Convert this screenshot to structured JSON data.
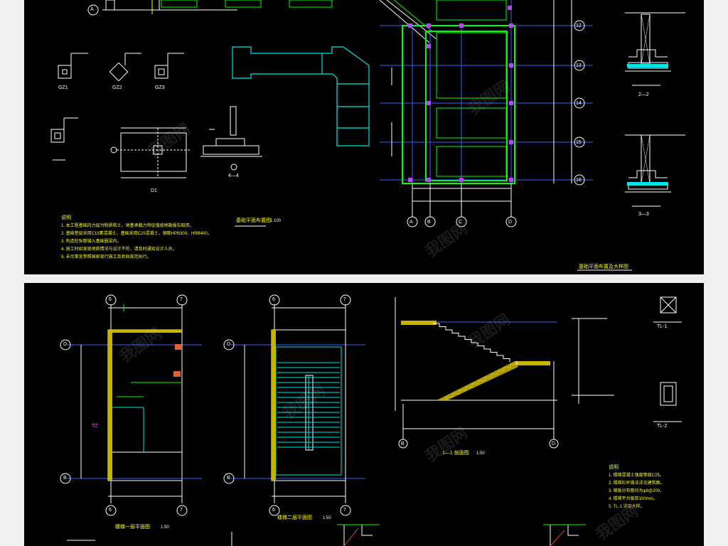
{
  "sheet_top": {
    "plan_title": "基础平面布置图",
    "plan_scale": "1:100",
    "bottom_caption": "基础平面布置及大样图",
    "section_22": "2—2",
    "section_33": "3—3",
    "section_44": "4—4",
    "detail_d1": "D1",
    "col_labels": [
      "GZ1",
      "GZ2",
      "GZ3"
    ],
    "axis_x": [
      "A",
      "B",
      "C",
      "D"
    ],
    "axis_y": [
      "12",
      "13",
      "14",
      "15",
      "16"
    ],
    "axis_left": "A",
    "notes_title": "说明",
    "notes": [
      "1. 本工程基础持力层为粉质粘土，地基承载力特征值按地勘报告取用。",
      "2. 基础垫层采用C15素混凝土，基础采用C25混凝土，钢筋HPB300、HRB400。",
      "3. 构造柱纵筋锚入基础圈梁内。",
      "4. 施工时如发现地质情况与设计不符，请及时通知设计人员。",
      "5. 未尽事宜参照国家现行施工及验收规范执行。"
    ]
  },
  "sheet_bottom": {
    "plan1_title": "楼梯一层平面图",
    "plan1_scale": "1:50",
    "plan2_title": "楼梯二层平面图",
    "plan2_scale": "1:50",
    "section_title": "1—1 剖面图",
    "section_scale": "1:50",
    "axis_top": [
      "6",
      "7"
    ],
    "axis_side": [
      "D",
      "B"
    ],
    "tz_labels": [
      "TZ",
      "TL-1",
      "TL-2"
    ],
    "notes_title": "说明",
    "notes": [
      "1. 楼梯混凝土强度等级C25。",
      "2. 楼梯栏杆做法详见建筑图。",
      "3. 梯板分布筋均为φ8@200。",
      "4. 楼梯平台板厚100mm。",
      "5. TL-1 详见大样。"
    ]
  },
  "watermark": "我图网"
}
